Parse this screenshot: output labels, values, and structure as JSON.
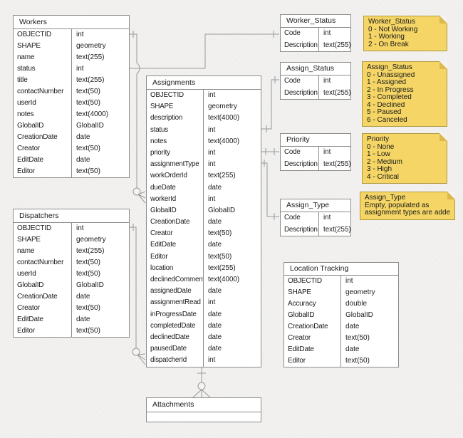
{
  "colors": {
    "note_fill": "#f4d565",
    "note_border": "#b09a40",
    "note_fold": "#dcb94e",
    "table_border": "#8c8c8c",
    "line_color": "#999999"
  },
  "tables": {
    "workers": {
      "title": "Workers",
      "fields": [
        [
          "OBJECTID",
          "int"
        ],
        [
          "SHAPE",
          "geometry"
        ],
        [
          "name",
          "text(255)"
        ],
        [
          "status",
          "int"
        ],
        [
          "title",
          "text(255)"
        ],
        [
          "contactNumber",
          "text(50)"
        ],
        [
          "userId",
          "text(50)"
        ],
        [
          "notes",
          "text(4000)"
        ],
        [
          "GlobalID",
          "GlobalID"
        ],
        [
          "CreationDate",
          "date"
        ],
        [
          "Creator",
          "text(50)"
        ],
        [
          "EditDate",
          "date"
        ],
        [
          "Editor",
          "text(50)"
        ]
      ]
    },
    "dispatchers": {
      "title": "Dispatchers",
      "fields": [
        [
          "OBJECTID",
          "int"
        ],
        [
          "SHAPE",
          "geometry"
        ],
        [
          "name",
          "text(255)"
        ],
        [
          "contactNumber",
          "text(50)"
        ],
        [
          "userId",
          "text(50)"
        ],
        [
          "GlobalID",
          "GlobalID"
        ],
        [
          "CreationDate",
          "date"
        ],
        [
          "Creator",
          "text(50)"
        ],
        [
          "EditDate",
          "date"
        ],
        [
          "Editor",
          "text(50)"
        ]
      ]
    },
    "assignments": {
      "title": "Assignments",
      "fields": [
        [
          "OBJECTID",
          "int"
        ],
        [
          "SHAPE",
          "geometry"
        ],
        [
          "description",
          "text(4000)"
        ],
        [
          "status",
          "int"
        ],
        [
          "notes",
          "text(4000)"
        ],
        [
          "priority",
          "int"
        ],
        [
          "assignmentType",
          "int"
        ],
        [
          "workOrderId",
          "text(255)"
        ],
        [
          "dueDate",
          "date"
        ],
        [
          "workerId",
          "int"
        ],
        [
          "GlobalID",
          "GlobalID"
        ],
        [
          "CreationDate",
          "date"
        ],
        [
          "Creator",
          "text(50)"
        ],
        [
          "EditDate",
          "date"
        ],
        [
          "Editor",
          "text(50)"
        ],
        [
          "location",
          "text(255)"
        ],
        [
          "declinedComment",
          "text(4000)"
        ],
        [
          "assignedDate",
          "date"
        ],
        [
          "assignmentRead",
          "int"
        ],
        [
          "inProgressDate",
          "date"
        ],
        [
          "completedDate",
          "date"
        ],
        [
          "declinedDate",
          "date"
        ],
        [
          "pausedDate",
          "date"
        ],
        [
          "dispatcherId",
          "int"
        ]
      ]
    },
    "worker_status": {
      "title": "Worker_Status",
      "fields": [
        [
          "Code",
          "int"
        ],
        [
          "Description",
          "text(255)"
        ]
      ]
    },
    "assign_status": {
      "title": "Assign_Status",
      "fields": [
        [
          "Code",
          "int"
        ],
        [
          "Description",
          "text(255)"
        ]
      ]
    },
    "priority": {
      "title": "Priority",
      "fields": [
        [
          "Code",
          "int"
        ],
        [
          "Description",
          "text(255)"
        ]
      ]
    },
    "assign_type": {
      "title": "Assign_Type",
      "fields": [
        [
          "Code",
          "int"
        ],
        [
          "Description",
          "text(255)"
        ]
      ]
    },
    "location_tracking": {
      "title": "Location Tracking",
      "fields": [
        [
          "OBJECTID",
          "int"
        ],
        [
          "SHAPE",
          "geometry"
        ],
        [
          "Accuracy",
          "double"
        ],
        [
          "GlobalID",
          "GlobalID"
        ],
        [
          "CreationDate",
          "date"
        ],
        [
          "Creator",
          "text(50)"
        ],
        [
          "EditDate",
          "date"
        ],
        [
          "Editor",
          "text(50)"
        ]
      ]
    },
    "attachments": {
      "title": "Attachments",
      "fields": []
    }
  },
  "notes": {
    "worker_status": {
      "lines": [
        "Worker_Status",
        "0 - Not Working",
        "1 - Working",
        "2 - On Break"
      ]
    },
    "assign_status": {
      "lines": [
        "Assign_Status",
        "0 - Unassigned",
        "1 - Assigned",
        "2 - In Progress",
        "3 - Completed",
        "4 - Declined",
        "5 - Paused",
        "6 - Canceled"
      ]
    },
    "priority": {
      "lines": [
        "Priority",
        "0 - None",
        "1 - Low",
        "2 - Medium",
        "3 - High",
        "4 - Critical"
      ]
    },
    "assign_type": {
      "lines": [
        "Assign_Type",
        "Empty, populated as",
        "assignment types are added"
      ]
    }
  },
  "relationships": [
    {
      "from": "Workers.status",
      "to": "Worker_Status.Code",
      "end_marker": "one"
    },
    {
      "from": "Assignments.workerId",
      "to": "Workers.OBJECTID",
      "end_marker": "zero-or-many"
    },
    {
      "from": "Assignments.dispatcherId",
      "to": "Dispatchers.OBJECTID",
      "end_marker": "zero-or-many"
    },
    {
      "from": "Assignments.status",
      "to": "Assign_Status.Code",
      "end_marker": "one-to-one"
    },
    {
      "from": "Assignments.priority",
      "to": "Priority.Code",
      "end_marker": "one-to-one"
    },
    {
      "from": "Assignments.assignmentType",
      "to": "Assign_Type.Code",
      "end_marker": "one-to-one"
    },
    {
      "from": "Attachments",
      "to": "Assignments",
      "end_marker": "one-to-zero-or-many"
    }
  ]
}
